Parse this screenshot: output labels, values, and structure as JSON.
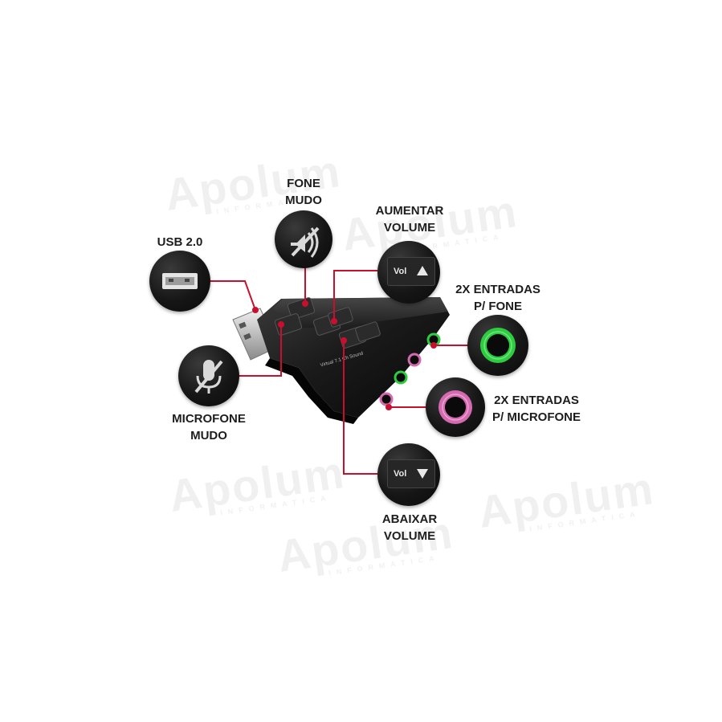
{
  "watermark": {
    "brand": "Apolum",
    "sub": "INFORMATICA"
  },
  "labels": {
    "fone_mudo": [
      "FONE",
      "MUDO"
    ],
    "aumentar_volume": [
      "AUMENTAR",
      "VOLUME"
    ],
    "usb": "USB 2.0",
    "entradas_fone": [
      "2X ENTRADAS",
      "P/ FONE"
    ],
    "microfone_mudo": [
      "MICROFONE",
      "MUDO"
    ],
    "entradas_microfone": [
      "2X ENTRADAS",
      "P/ MICROFONE"
    ],
    "abaixar_volume": [
      "ABAIXAR",
      "VOLUME"
    ]
  },
  "buttons": {
    "vol_label": "Vol"
  },
  "device": {
    "print": "Virtual 7.1 Ch Sound"
  },
  "colors": {
    "leader_line": "#c8102e",
    "callout_bg": "#141414",
    "jack_green": "#2ecc40",
    "jack_pink": "#d46ab0"
  },
  "icons": {
    "fone_mudo": "headphone-mute-icon",
    "microfone_mudo": "microphone-mute-icon",
    "usb": "usb-plug-icon",
    "volume_up": "volume-up-button-icon",
    "volume_down": "volume-down-button-icon",
    "jack_fone": "green-jack-icon",
    "jack_microfone": "pink-jack-icon"
  }
}
